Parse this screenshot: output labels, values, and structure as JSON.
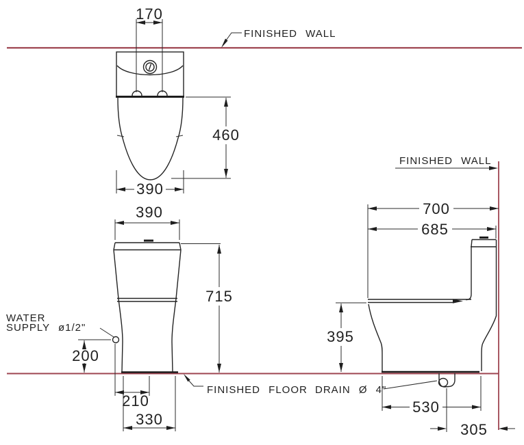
{
  "drawing": {
    "title": "toilet installation dimension drawing",
    "units": "mm",
    "views": [
      "plan",
      "front-elevation",
      "side-elevation"
    ]
  },
  "colors": {
    "reference_line": "#9e4450",
    "drawing_line": "#242424",
    "background": "#ffffff"
  },
  "labels": {
    "wall_top": "FINISHED WALL",
    "wall_side": "FINISHED WALL",
    "floor": "FINISHED FLOOR",
    "water_supply_line1": "WATER",
    "water_supply_line2": "SUPPLY ø1/2\"",
    "drain": "DRAIN Ø 4\""
  },
  "dims": {
    "plan": {
      "seat_hinge_spacing": "170",
      "bowl_length": "460",
      "bowl_width": "390"
    },
    "front": {
      "tank_width": "390",
      "overall_height": "715",
      "supply_height": "200",
      "supply_offset": "210",
      "base_width": "330"
    },
    "side": {
      "front_to_wall": "700",
      "overall_depth": "685",
      "seat_height": "395",
      "base_depth": "530",
      "drain_to_wall": "305"
    }
  }
}
